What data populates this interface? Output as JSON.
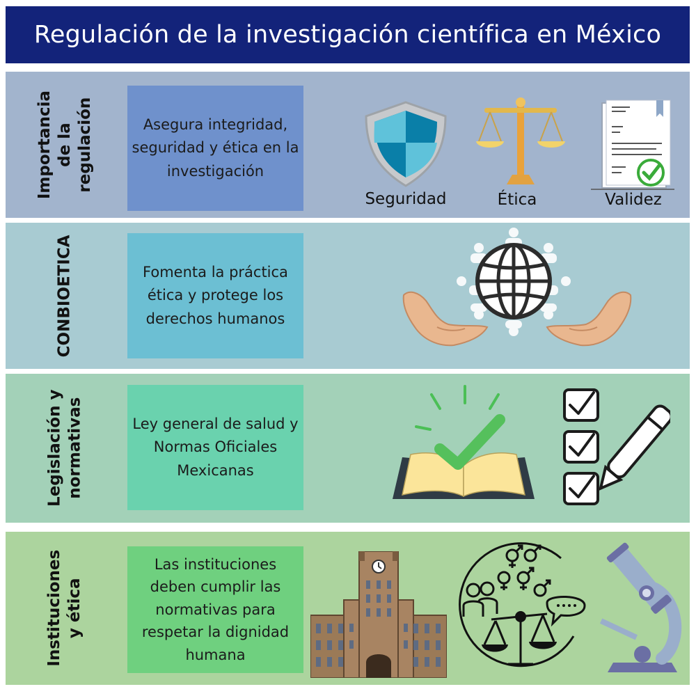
{
  "title": "Regulación de la investigación científica en México",
  "rows": [
    {
      "label_lines": [
        "Importancia",
        "de la",
        "regulación"
      ],
      "text": "Asegura integridad, seguridad y ética en la investigación",
      "captions": [
        "Seguridad",
        "Ética",
        "Validez"
      ]
    },
    {
      "label_lines": [
        "CONBIOETICA"
      ],
      "text": "Fomenta la práctica ética y protege los derechos humanos"
    },
    {
      "label_lines": [
        "Legislación y",
        "normativas"
      ],
      "text": "Ley general de salud y Normas Oficiales Mexicanas"
    },
    {
      "label_lines": [
        "Instituciones",
        "y ética"
      ],
      "text": "Las instituciones deben cumplir las normativas para respetar la dignidad humana"
    }
  ],
  "colors": {
    "title_bg": "#13237a",
    "row1_bg": "#a2b4cd",
    "row1_box": "#6f91cc",
    "row2_bg": "#a8cbd2",
    "row2_box": "#6cbfd3",
    "row3_bg": "#a3d1b8",
    "row3_box": "#6ad2ae",
    "row4_bg": "#acd49e",
    "row4_box": "#6fd07f"
  },
  "icons": {
    "row1": [
      "shield-icon",
      "scales-icon",
      "document-check-icon"
    ],
    "row2": [
      "globe-hands-icon"
    ],
    "row3": [
      "book-check-icon",
      "checklist-pen-icon"
    ],
    "row4": [
      "building-icon",
      "ethics-gender-icon",
      "microscope-icon"
    ]
  }
}
